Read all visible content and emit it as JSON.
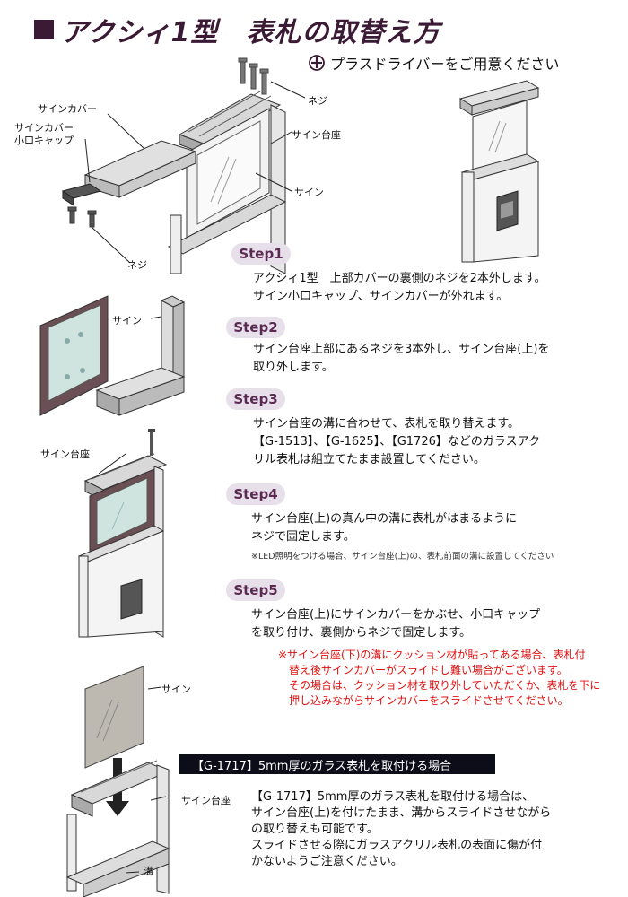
{
  "header": {
    "title": "アクシィ1型　表札の取替え方",
    "tool_note": "プラスドライバーをご用意ください",
    "tool_icon": "phillips-screwdriver-icon"
  },
  "labels": {
    "sign_cover": "サインカバー",
    "sign_cover_cap": "サインカバー\n小口キャップ",
    "screw_top": "ネジ",
    "sign_base_top": "サイン台座",
    "sign_top": "サイン",
    "screw_bottom": "ネジ",
    "sign_step2": "サイン",
    "sign_base_step3": "サイン台座",
    "sign_g1717": "サイン",
    "sign_base_g1717": "サイン台座",
    "groove": "溝"
  },
  "steps": [
    {
      "badge": "Step1",
      "text": "アクシィ1型　上部カバーの裏側のネジを2本外します。\nサイン小口キャップ、サインカバーが外れます。"
    },
    {
      "badge": "Step2",
      "text": "サイン台座上部にあるネジを3本外し、サイン台座(上)を\n取り外します。"
    },
    {
      "badge": "Step3",
      "text": "サイン台座の溝に合わせて、表札を取り替えます。\n【G-1513】、【G-1625】、【G1726】などのガラスアク\nリル表札は組立てたまま設置してください。"
    },
    {
      "badge": "Step4",
      "text": "サイン台座(上)の真ん中の溝に表札がはまるように\nネジで固定します。",
      "note": "※LED照明をつける場合、サイン台座(上)の、表札前面の溝に設置してください"
    },
    {
      "badge": "Step5",
      "text": "サイン台座(上)にサインカバーをかぶせ、小口キャップ\nを取り付け、裏側からネジで固定します。"
    }
  ],
  "warning": "※サイン台座(下)の溝にクッション材が貼ってある場合、表札付\n　替え後サインカバーがスライドし難い場合がございます。\n　その場合は、クッション材を取り外していただくか、表札を下に\n　押し込みながらサインカバーをスライドさせてください。",
  "g1717": {
    "banner": "【G-1717】5mm厚のガラス表札を取付ける場合",
    "text": "【G-1717】5mm厚のガラス表札を取付ける場合は、\nサイン台座(上)を付けたまま、溝からスライドさせながら\nの取り替えも可能です。\nスライドさせる際にガラスアクリル表札の表面に傷が付\nかないようご注意ください。"
  },
  "colors": {
    "title": "#3a1a34",
    "badge_bg": "#e7e0ea",
    "badge_text": "#5a2a52",
    "warning": "#e01010",
    "banner_bg": "#0d0d1a"
  }
}
